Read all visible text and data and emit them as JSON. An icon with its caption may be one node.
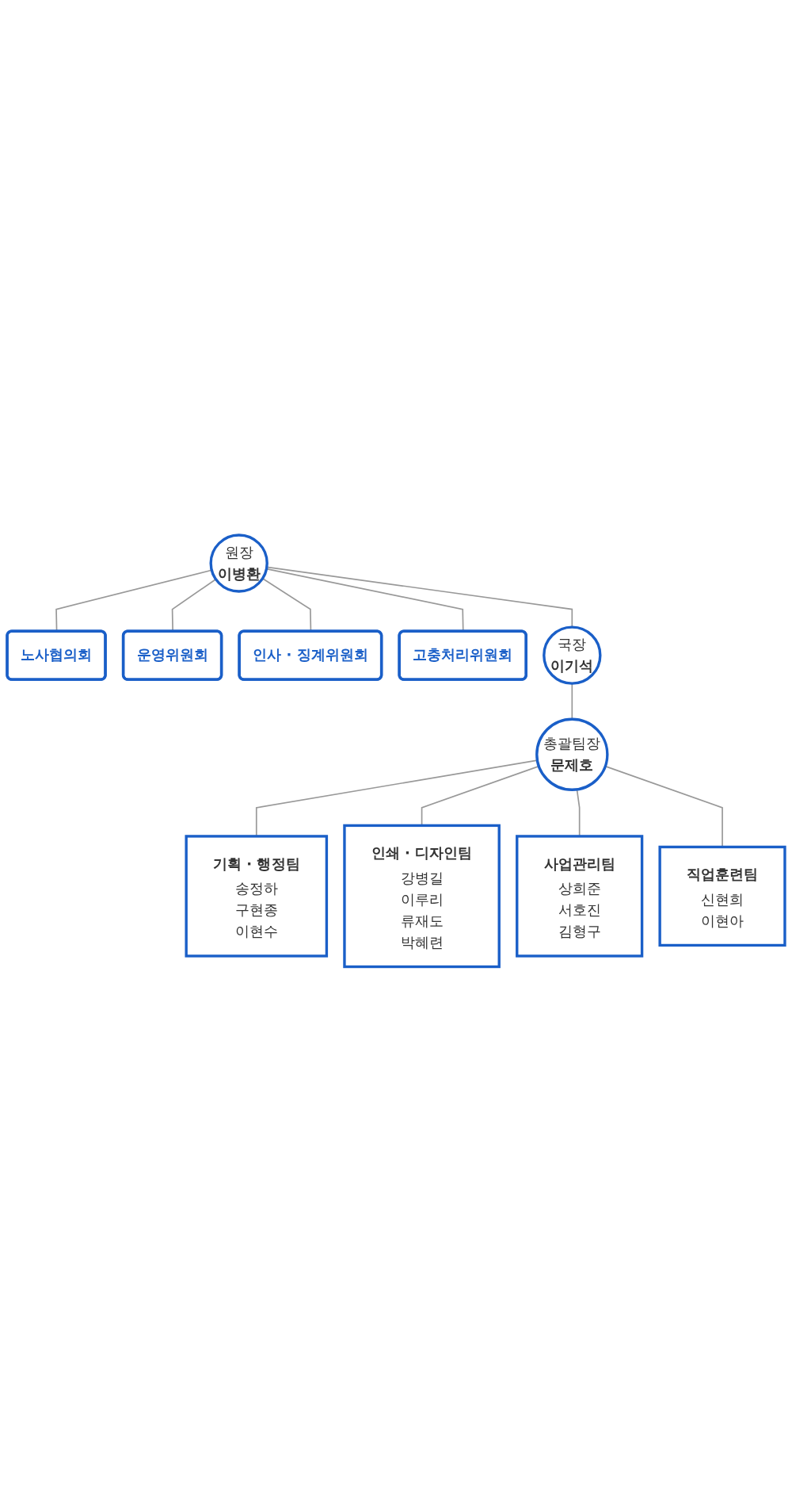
{
  "diagram": {
    "nodes": [
      {
        "text": [
          "원장",
          "이병환"
        ]
      },
      {
        "text": [
          "노사협의회"
        ]
      },
      {
        "text": [
          "운영위원회"
        ]
      },
      {
        "text": [
          "인사 · 징계위원회"
        ]
      },
      {
        "text": [
          "고충처리위원회"
        ]
      },
      {
        "text": [
          "국장",
          "이기석"
        ]
      },
      {
        "text": [
          "총괄팀장",
          "문제호"
        ]
      },
      {
        "text": [
          "기획 · 행정팀",
          "송정하",
          "구현종",
          "이현수"
        ]
      },
      {
        "text": [
          "인쇄 · 디자인팀",
          "강병길",
          "이루리",
          "류재도",
          "박혜련"
        ]
      },
      {
        "text": [
          "사업관리팀",
          "상희준",
          "서호진",
          "김형구"
        ]
      },
      {
        "text": [
          "직업훈련팀",
          "신현희",
          "이현아"
        ]
      }
    ],
    "edges": [
      {
        "from": 0,
        "to": 1,
        "arrow": "none"
      },
      {
        "from": 0,
        "to": 2,
        "arrow": "none"
      },
      {
        "from": 0,
        "to": 3,
        "arrow": "none"
      },
      {
        "from": 0,
        "to": 4,
        "arrow": "none"
      },
      {
        "from": 0,
        "to": 5,
        "arrow": "none"
      },
      {
        "from": 5,
        "to": 6,
        "arrow": "none"
      },
      {
        "from": 6,
        "to": 7,
        "arrow": "none"
      },
      {
        "from": 6,
        "to": 8,
        "arrow": "none"
      },
      {
        "from": 6,
        "to": 9,
        "arrow": "none"
      },
      {
        "from": 6,
        "to": 10,
        "arrow": "none"
      }
    ]
  }
}
